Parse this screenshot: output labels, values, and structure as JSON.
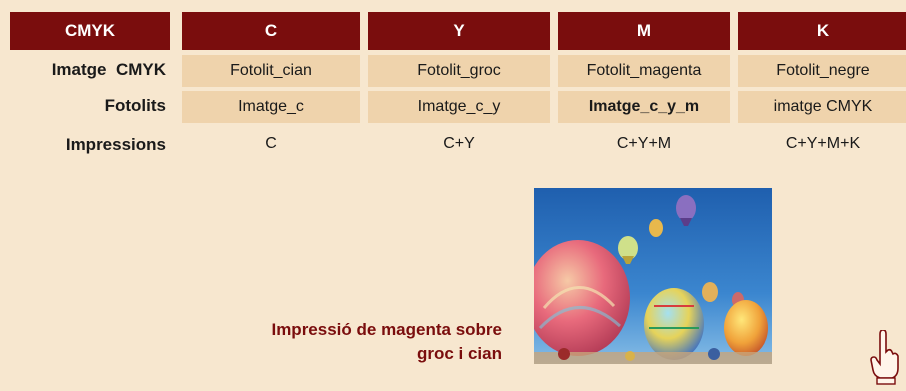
{
  "table": {
    "corner_header": "CMYK",
    "columns": [
      "C",
      "Y",
      "M",
      "K"
    ],
    "rows": [
      {
        "label": "Imatge  CMYK",
        "cells": [
          "Fotolit_cian",
          "Fotolit_groc",
          "Fotolit_magenta",
          "Fotolit_negre"
        ]
      },
      {
        "label": "Fotolits",
        "cells": [
          "Imatge_c",
          "Imatge_c_y",
          "Imatge_c_y_m",
          "imatge CMYK"
        ]
      },
      {
        "label": "Impressions",
        "cells": [
          "C",
          "C+Y",
          "C+Y+M",
          "C+Y+M+K"
        ]
      }
    ]
  },
  "caption": {
    "line1": "Impressió de magenta sobre",
    "line2": "groc i cian"
  },
  "colors": {
    "header_bg": "#7a0d0d",
    "page_bg": "#f7e7cf",
    "cell_bg": "#efd3ac",
    "caption": "#7a0d0d"
  },
  "icons": {
    "photo": "hot-air-balloons-photo",
    "pointer": "hand-pointer-icon"
  }
}
